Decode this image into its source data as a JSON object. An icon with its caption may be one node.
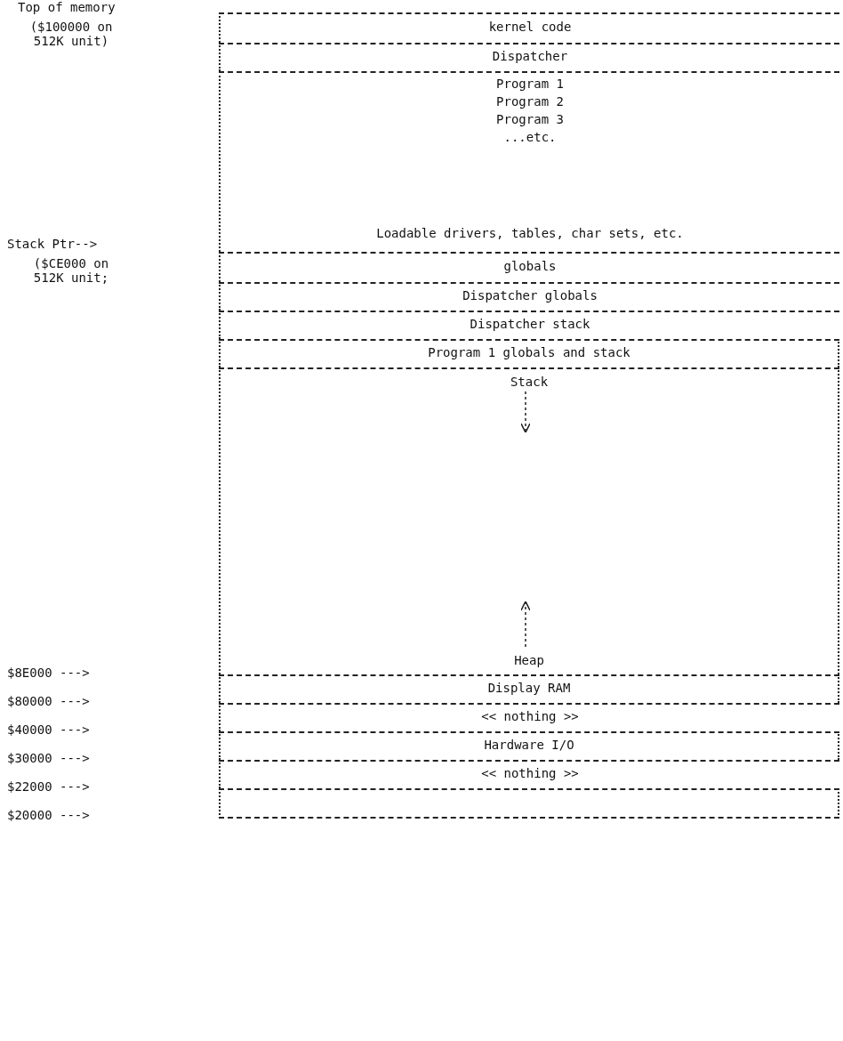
{
  "diagram": {
    "nodes": [
      {
        "text": [
          "kernel code"
        ]
      },
      {
        "text": [
          "Dispatcher"
        ]
      },
      {
        "text": [
          "Program 1",
          "Program 2",
          "Program 3",
          "...etc.",
          "Loadable drivers, tables, char sets, etc."
        ]
      },
      {
        "text": [
          "globals"
        ]
      },
      {
        "text": [
          "Dispatcher globals"
        ]
      },
      {
        "text": [
          "Dispatcher stack"
        ]
      },
      {
        "text": [
          "Program 1 globals and stack"
        ]
      },
      {
        "text": [
          "Stack",
          "Heap"
        ]
      },
      {
        "text": [
          "Display RAM"
        ]
      },
      {
        "text": [
          "<< nothing >>"
        ]
      },
      {
        "text": [
          "Hardware I/O"
        ]
      },
      {
        "text": [
          "<< nothing >>"
        ]
      },
      {
        "text": [],
        "shape": "box"
      }
    ],
    "labels": [
      "Top of memory",
      "($100000 on 512K unit)",
      "Stack Ptr-->",
      "($CE000 on 512K unit;",
      "$8E000 --->",
      "$80000 --->",
      "$40000 --->",
      "$30000 --->",
      "$22000 --->",
      "$20000 --->"
    ]
  }
}
